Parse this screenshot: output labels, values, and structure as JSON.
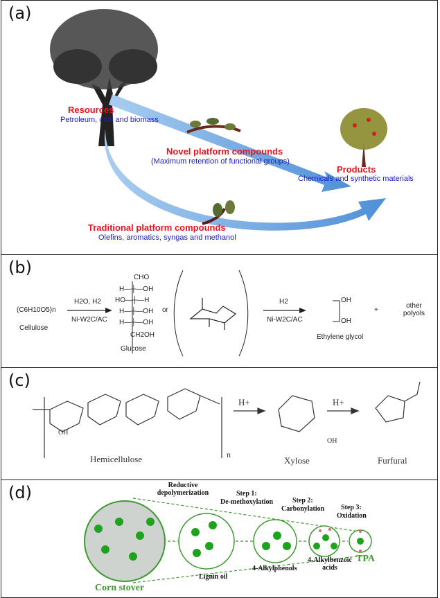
{
  "panel_a": {
    "label": "(a)",
    "resources": {
      "title": "Resources",
      "subtitle": "Petroleum, coal and biomass"
    },
    "novel": {
      "title": "Novel platform compounds",
      "subtitle": "(Maximum retention of functional groups)"
    },
    "products": {
      "title": "Products",
      "subtitle": "Chemicals and synthetic materials"
    },
    "traditional": {
      "title": "Traditional platform compounds",
      "subtitle": "Olefins, aromatics, syngas and methanol"
    },
    "colors": {
      "title": "#e8141c",
      "subtitle": "#1a1ad0",
      "arrow": "#6fa7e0"
    }
  },
  "panel_b": {
    "label": "(b)",
    "cellulose_formula": "(C6H10O5)n",
    "cellulose": "Cellulose",
    "step1_top": "H2O, H2",
    "step1_bottom": "Ni-W2C/AC",
    "fischer": [
      "CHO",
      "H—┼—OH",
      "HO—┼—H",
      "H—┼—OH",
      "H—┼—OH",
      "CH2OH"
    ],
    "glucose": "Glucose",
    "or": "or",
    "step2_top": "H2",
    "step2_bottom": "Ni-W2C/AC",
    "eg_oh": "OH",
    "ethylene_glycol": "Ethylene glycol",
    "plus": "+",
    "other_polyols": "other polyols"
  },
  "panel_c": {
    "label": "(c)",
    "hemicellulose": "Hemicellulose",
    "n": "n",
    "acid1": "H+",
    "xylose": "Xylose",
    "acid2": "H+",
    "furfural": "Furfural",
    "oh": "OH"
  },
  "panel_d": {
    "label": "(d)",
    "reductive": "Reductive depolymerization",
    "step1": "Step 1:",
    "step1_name": "De-methoxylation",
    "step2": "Step 2:",
    "step2_name": "Carbonylation",
    "step3": "Step 3:",
    "step3_name": "Oxidation",
    "corn_stover": "Corn stover",
    "lignin_oil": "Lignin oil",
    "alkylphenols": "4-Alkylphenols",
    "alkylbenzoic": "4-Alkylbenzoic acids",
    "tpa": "TPA",
    "colors": {
      "green": "#3c9a2e",
      "hex": "#1fa31f",
      "acid": "#f06070"
    }
  }
}
